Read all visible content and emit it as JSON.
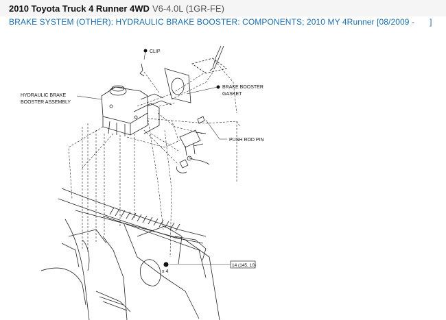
{
  "header": {
    "vehicle": "2010 Toyota Truck 4 Runner 4WD",
    "engine": "V6-4.0L (1GR-FE)"
  },
  "section_title": "BRAKE SYSTEM (OTHER): HYDRAULIC BRAKE BOOSTER: COMPONENTS; 2010 MY 4Runner [08/2009 -",
  "section_title_end": "]",
  "diagram": {
    "callouts": {
      "clip": "CLIP",
      "assembly_1": "HYDRAULIC BRAKE",
      "assembly_2": "BOOSTER ASSEMBLY",
      "gasket_1": "BRAKE BOOSTER",
      "gasket_2": "GASKET",
      "push_rod_pin": "PUSH ROD PIN",
      "torque": "14 (145, 10)",
      "qty": "x 4"
    }
  }
}
